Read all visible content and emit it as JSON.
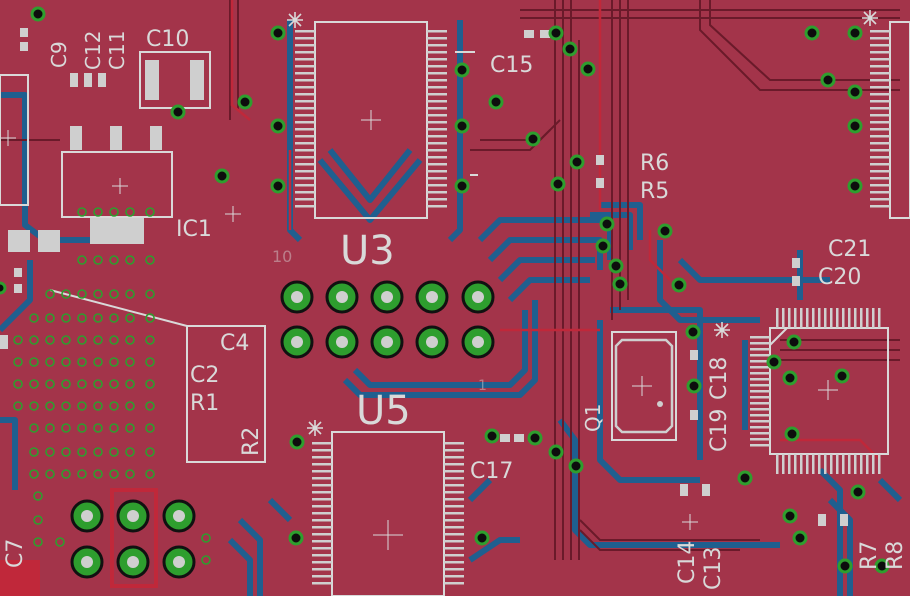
{
  "colors": {
    "copper_top": "#a3344a",
    "copper_bottom": "#1f5f8f",
    "trace_top": "#c0283a",
    "silkscreen": "#d9d9d9",
    "via_ring": "#2e9e2e",
    "via_hole": "#0d0d0d",
    "pad": "#cfcfcf"
  },
  "labels": {
    "c9": "C9",
    "c11": "C11",
    "c12": "C12",
    "c10": "C10",
    "c15": "C15",
    "r6": "R6",
    "r5": "R5",
    "ic1": "IC1",
    "u3": "U3",
    "ten": "10",
    "c21": "C21",
    "c20": "C20",
    "c4": "C4",
    "c2": "C2",
    "r1": "R1",
    "r2": "R2",
    "u5": "U5",
    "c17": "C17",
    "c18": "C18",
    "c19": "C19",
    "q1": "Q1",
    "c14": "C14",
    "c13": "C13",
    "r7": "R7",
    "r8": "R8",
    "c7": "C7",
    "one": "1"
  },
  "icons": [
    "pin1-star-marker-icon",
    "crosshair-origin-icon"
  ]
}
